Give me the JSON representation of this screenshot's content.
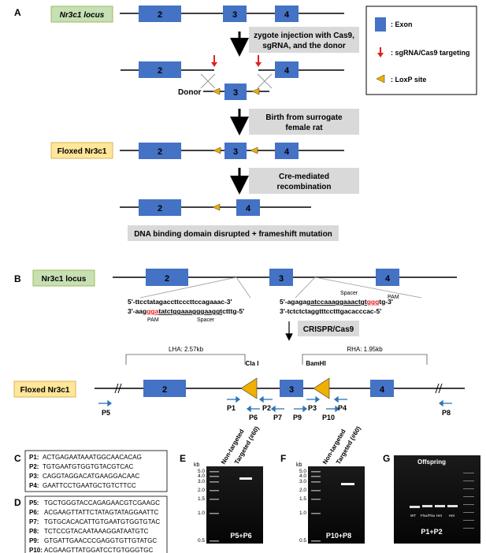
{
  "panel_a": {
    "label": "A",
    "locus_label": "Nr3c1 locus",
    "exons": [
      "2",
      "3",
      "4"
    ],
    "step1": [
      "zygote injection with Cas9,",
      "sgRNA, and the donor"
    ],
    "donor_label": "Donor",
    "step2": [
      "Birth from surrogate",
      "female rat"
    ],
    "floxed_label": "Floxed Nr3c1",
    "step3": [
      "Cre-mediated",
      "recombination"
    ],
    "result": "DNA binding domain disrupted + frameshift mutation",
    "legend": {
      "exon": ": Exon",
      "sgrna": ": sgRNA/Cas9 targeting",
      "loxp": ": LoxP site"
    },
    "colors": {
      "exon": "#4472c4",
      "green_box": "#c6e0b4",
      "yellow_box": "#ffe699",
      "gray_box": "#d9d9d9",
      "red_arrow": "#e02020",
      "loxp": "#f0b000"
    }
  },
  "panel_b": {
    "label": "B",
    "locus_label": "Nr3c1 locus",
    "exons": [
      "2",
      "3",
      "4"
    ],
    "left_seq_top": "5'-ttcctatagaccttcccttccagaaac-3'",
    "left_seq_bottom_prefix": "3'-aag",
    "left_seq_bottom_pam": "gga",
    "left_seq_bottom_spacer": "tatctggaaagggaaggt",
    "left_seq_bottom_suffix": "ctttg-5'",
    "left_pam_label": "PAM",
    "left_spacer_label": "Spacer",
    "right_spacer_label": "Spacer",
    "right_pam_label": "PAM",
    "right_seq_top_prefix": "5'-agaga",
    "right_seq_top_spacer": "gatccaaaggaaactgt",
    "right_seq_top_pam": "ggg",
    "right_seq_top_suffix": "tg-3'",
    "right_seq_bottom": "3'-tctctctaggtttcctttgacacccac-5'",
    "crispr_label": "CRISPR/Cas9",
    "lha_label": "LHA: 2.57kb",
    "rha_label": "RHA: 1.95kb",
    "cla_label": "Cla I",
    "bam_label": "BamHI",
    "floxed_label": "Floxed Nr3c1",
    "primers": [
      "P5",
      "P1",
      "P6",
      "P2",
      "P7",
      "P9",
      "P3",
      "P10",
      "P4",
      "P8"
    ]
  },
  "panel_c": {
    "label": "C",
    "rows": [
      {
        "name": "P1:",
        "seq": "ACTGAGAATAAATGGCAACACAG"
      },
      {
        "name": "P2:",
        "seq": "TGTGAATGTGGTGTACGTCAC"
      },
      {
        "name": "P3:",
        "seq": "CAGGTAGGACATGAAGGACAAC"
      },
      {
        "name": "P4:",
        "seq": "GAATTCCTGAATGCTGTCTTCC"
      }
    ]
  },
  "panel_d": {
    "label": "D",
    "rows": [
      {
        "name": "P5:",
        "seq": "TGCTGGGTACCAGAGAACGTCGAAGC"
      },
      {
        "name": "P6:",
        "seq": "ACGAAGTTATTCTATAGTATAGGAATTC"
      },
      {
        "name": "P7:",
        "seq": "TGTGCACACATTGTGAATGTGGTGTAC"
      },
      {
        "name": "P8:",
        "seq": "TCTCCGTACAATAAAGGATAATGTC"
      },
      {
        "name": "P9:",
        "seq": "GTGATTGAACCCGAGGTGTTGTATGC"
      },
      {
        "name": "P10:",
        "seq": "ACGAAGTTATGGATCCTGTGGGTGC"
      }
    ]
  },
  "panel_e": {
    "label": "E",
    "kb": "kb",
    "ladder": [
      "5.0",
      "4.0",
      "3.0",
      "2.0",
      "1.5",
      "1.0",
      "0.5"
    ],
    "lanes": [
      "Non-targeted",
      "Targeted (#60)"
    ],
    "caption": "P5+P6"
  },
  "panel_f": {
    "label": "F",
    "kb": "kb",
    "ladder": [
      "5.0",
      "4.0",
      "3.0",
      "2.0",
      "1.5",
      "1.0",
      "0.5"
    ],
    "lanes": [
      "Non-targeted",
      "Targeted (#60)"
    ],
    "caption": "P10+P8"
  },
  "panel_g": {
    "label": "G",
    "title": "Offspring",
    "lanes": [
      "WT",
      "Flox/Flox",
      "Het",
      "Het"
    ],
    "caption": "P1+P2"
  }
}
